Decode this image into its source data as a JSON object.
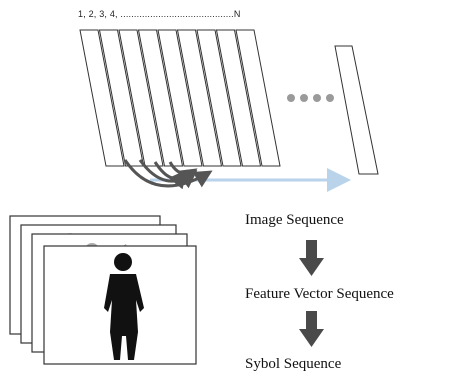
{
  "frame_index_label": "1, 2, 3, 4, ..........................................N",
  "pipeline": {
    "steps": [
      "Image Sequence",
      "Feature Vector Sequence",
      "Sybol Sequence"
    ]
  },
  "colors": {
    "frame_stroke": "#333333",
    "transition_arrow": "#555555",
    "timeline_arrow": "#b9d3ea",
    "dots": "#9a9a9a",
    "down_arrow": "#4a4a4a"
  }
}
